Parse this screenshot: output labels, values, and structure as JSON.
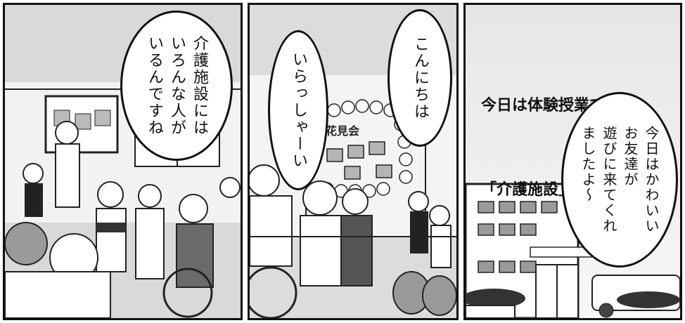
{
  "panels": [
    {
      "bubble": "介護施設には\nいろんな人が\nいるんですね"
    },
    {
      "bubble_left": "いらっしゃーい",
      "bubble_right": "こんにちは",
      "banner": "お花見会"
    },
    {
      "caption_lines": [
        "今日は体験授業で",
        "「介護施設」に来ました"
      ],
      "bubble": "今日はかわいい\nお友達が\n遊びに来てくれ\nましたよ〜"
    }
  ]
}
